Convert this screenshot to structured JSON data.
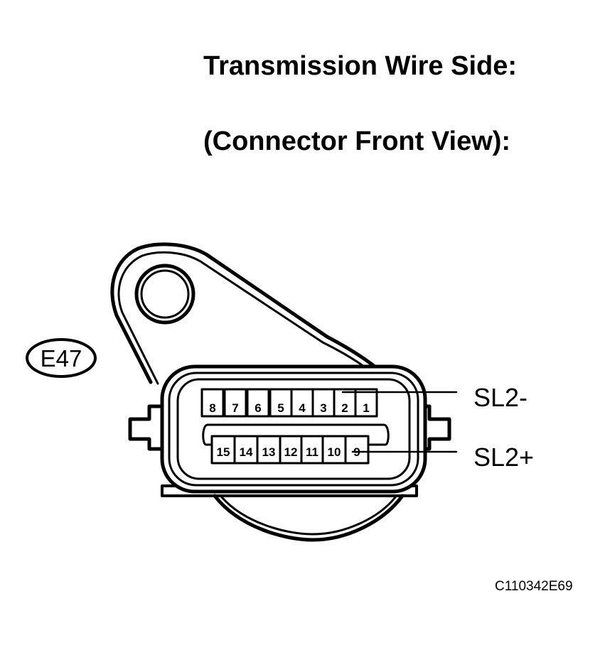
{
  "title": {
    "line1": "Transmission Wire Side:",
    "line2": "(Connector Front View):"
  },
  "connector": {
    "code": "E47",
    "top_row_pins": [
      "8",
      "7",
      "6",
      "5",
      "4",
      "3",
      "2",
      "1"
    ],
    "bottom_row_pins": [
      "15",
      "14",
      "13",
      "12",
      "11",
      "10",
      "9"
    ]
  },
  "callouts": {
    "sl2_minus": "SL2-",
    "sl2_plus": "SL2+"
  },
  "figure_id": "C110342E69"
}
